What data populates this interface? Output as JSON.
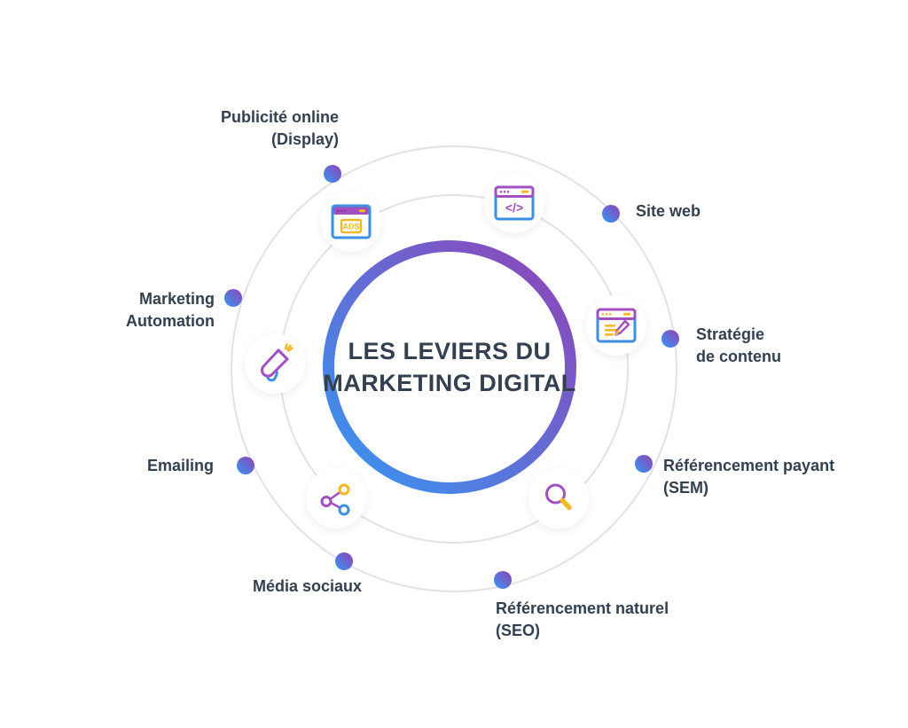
{
  "diagram": {
    "center": {
      "title_line1": "LES LEVIERS DU",
      "title_line2": "MARKETING DIGITAL"
    },
    "labels": {
      "publicite": {
        "line1": "Publicité online",
        "line2": "(Display)"
      },
      "site_web": {
        "line1": "Site web"
      },
      "strategie": {
        "line1": "Stratégie",
        "line2": "de contenu"
      },
      "sem": {
        "line1": "Référencement payant",
        "line2": "(SEM)"
      },
      "seo": {
        "line1": "Référencement naturel",
        "line2": "(SEO)"
      },
      "media_sociaux": {
        "line1": "Média sociaux"
      },
      "emailing": {
        "line1": "Emailing"
      },
      "automation": {
        "line1": "Marketing",
        "line2": "Automation"
      }
    },
    "icon_text": {
      "ads_label": "ADS",
      "code_glyph": "</>"
    },
    "icons": [
      "display-ads-browser-icon",
      "code-browser-icon",
      "content-pencil-browser-icon",
      "magnifier-icon",
      "share-network-icon",
      "megaphone-icon"
    ],
    "colors": {
      "accent-blue": "#3399f3",
      "accent-purple": "#9340b5",
      "text-dark": "#33404f",
      "orbit-gray": "#e2e1e8",
      "icon-blue": "#3d8fe0",
      "icon-purple": "#a14fc1",
      "icon-yellow": "#f2b924"
    }
  }
}
